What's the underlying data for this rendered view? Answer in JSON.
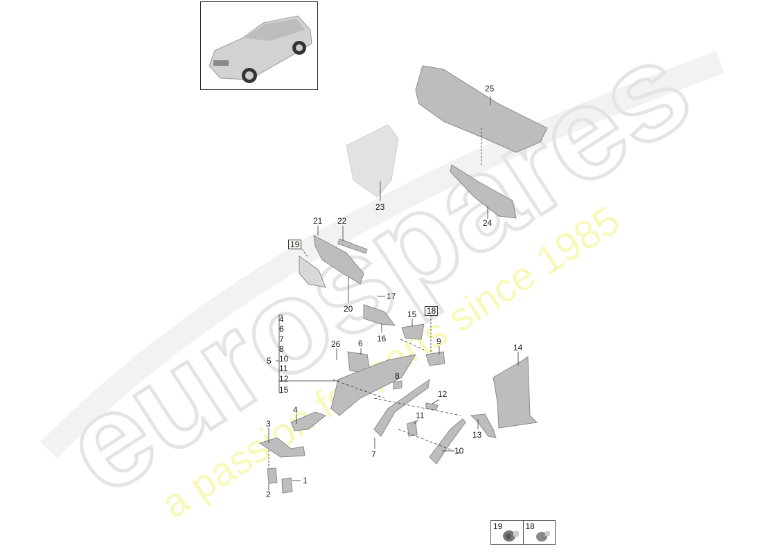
{
  "diagram": {
    "title": "Parts exploded view - front end / cowl panel assembly",
    "vehicle_thumbnail": "suv-thumbnail",
    "watermark": {
      "brand": "eurospares",
      "tagline": "a passion for parts since 1985",
      "brand_color": "#e6e6e6",
      "tagline_color": "#f7f7b0"
    },
    "part_color": "#b9b9b9",
    "line_color": "#333333",
    "callouts": [
      {
        "id": "1",
        "label": "1"
      },
      {
        "id": "2",
        "label": "2"
      },
      {
        "id": "3",
        "label": "3"
      },
      {
        "id": "4",
        "label": "4"
      },
      {
        "id": "5",
        "label": "5"
      },
      {
        "id": "6",
        "label": "6"
      },
      {
        "id": "7",
        "label": "7"
      },
      {
        "id": "8",
        "label": "8"
      },
      {
        "id": "9",
        "label": "9"
      },
      {
        "id": "10",
        "label": "10"
      },
      {
        "id": "11",
        "label": "11"
      },
      {
        "id": "12",
        "label": "12"
      },
      {
        "id": "13",
        "label": "13"
      },
      {
        "id": "14",
        "label": "14"
      },
      {
        "id": "15",
        "label": "15"
      },
      {
        "id": "16",
        "label": "16"
      },
      {
        "id": "17",
        "label": "17"
      },
      {
        "id": "18",
        "label": "18"
      },
      {
        "id": "19",
        "label": "19"
      },
      {
        "id": "20",
        "label": "20"
      },
      {
        "id": "21",
        "label": "21"
      },
      {
        "id": "22",
        "label": "22"
      },
      {
        "id": "23",
        "label": "23"
      },
      {
        "id": "24",
        "label": "24"
      },
      {
        "id": "25",
        "label": "25"
      },
      {
        "id": "26",
        "label": "26"
      }
    ],
    "group_5": {
      "label": "5",
      "members": [
        "4",
        "6",
        "7",
        "8",
        "10",
        "11",
        "12"
      ],
      "separate": "15"
    },
    "boxed_refs": [
      "18",
      "19"
    ],
    "reference_table": [
      {
        "label": "19",
        "icon": "grommet-clip-icon"
      },
      {
        "label": "18",
        "icon": "plug-grommet-icon"
      }
    ]
  }
}
